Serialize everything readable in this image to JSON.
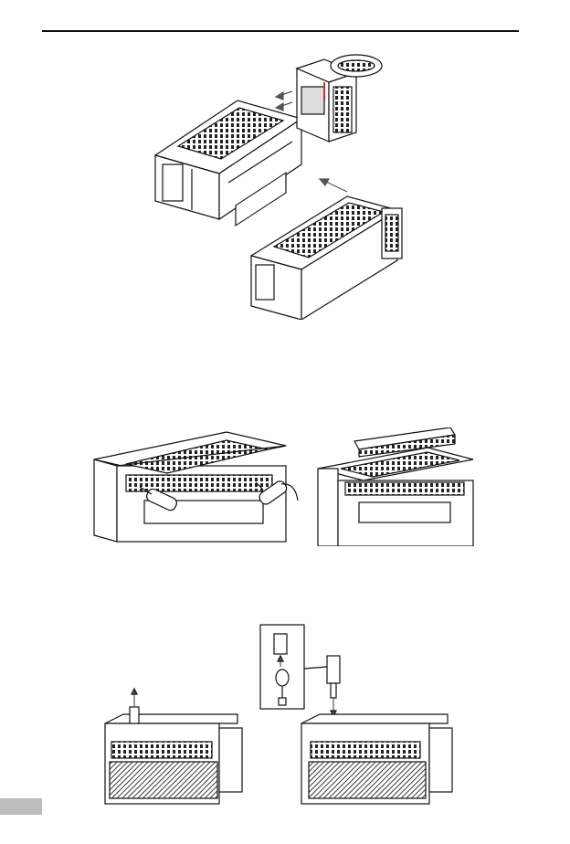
{
  "page": {
    "page_number": "",
    "figures": [
      {
        "name": "expansion-card-installation",
        "caption": ""
      },
      {
        "name": "terminal-block-removal",
        "caption": ""
      },
      {
        "name": "battery-replacement",
        "caption": ""
      }
    ]
  },
  "colors": {
    "line": "#111111",
    "hatch": "#222222",
    "arrow": "#555555",
    "page_tab": "#bdbdbd"
  }
}
